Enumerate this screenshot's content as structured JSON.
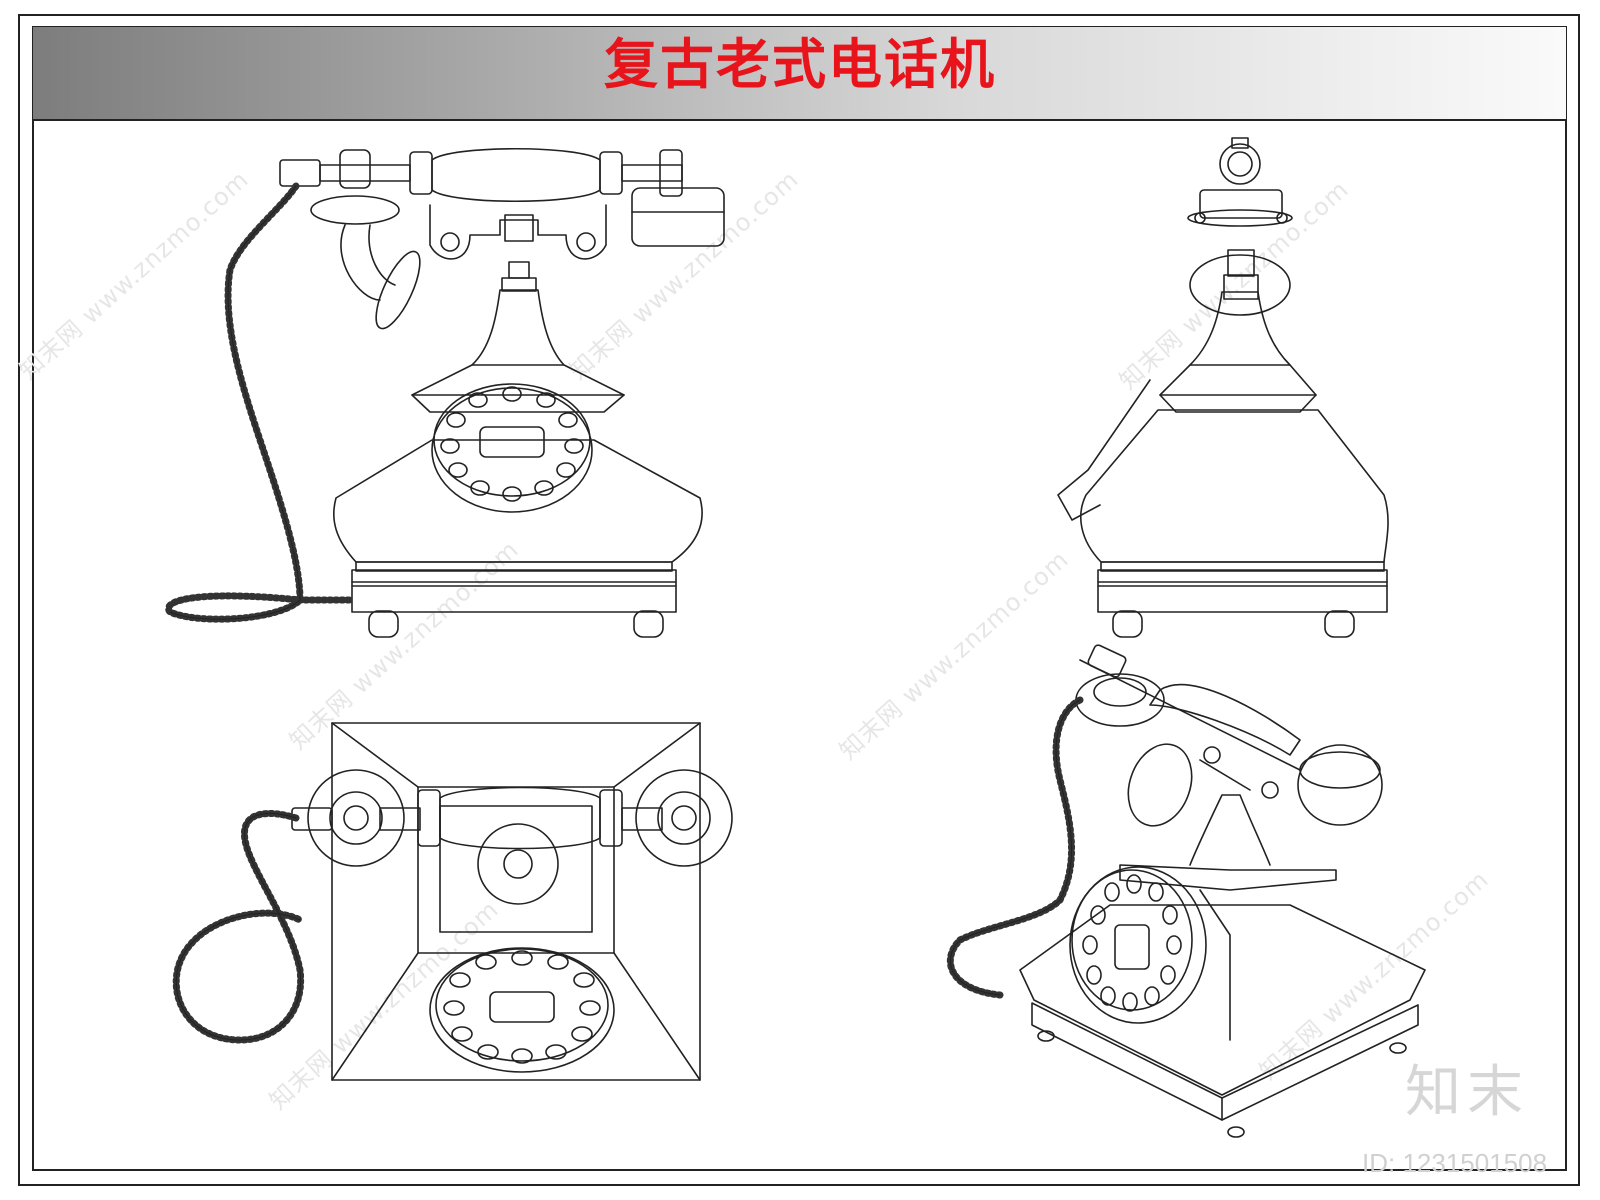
{
  "title": "复古老式电话机",
  "watermark": {
    "logo": "知末",
    "id": "ID: 1231501508",
    "tiled_text": "知末网 www.znzmo.com"
  },
  "colors": {
    "title": "#e8141b",
    "line": "#222222",
    "title_bar_start": "#7d7d7d",
    "title_bar_end": "#fafafa"
  }
}
